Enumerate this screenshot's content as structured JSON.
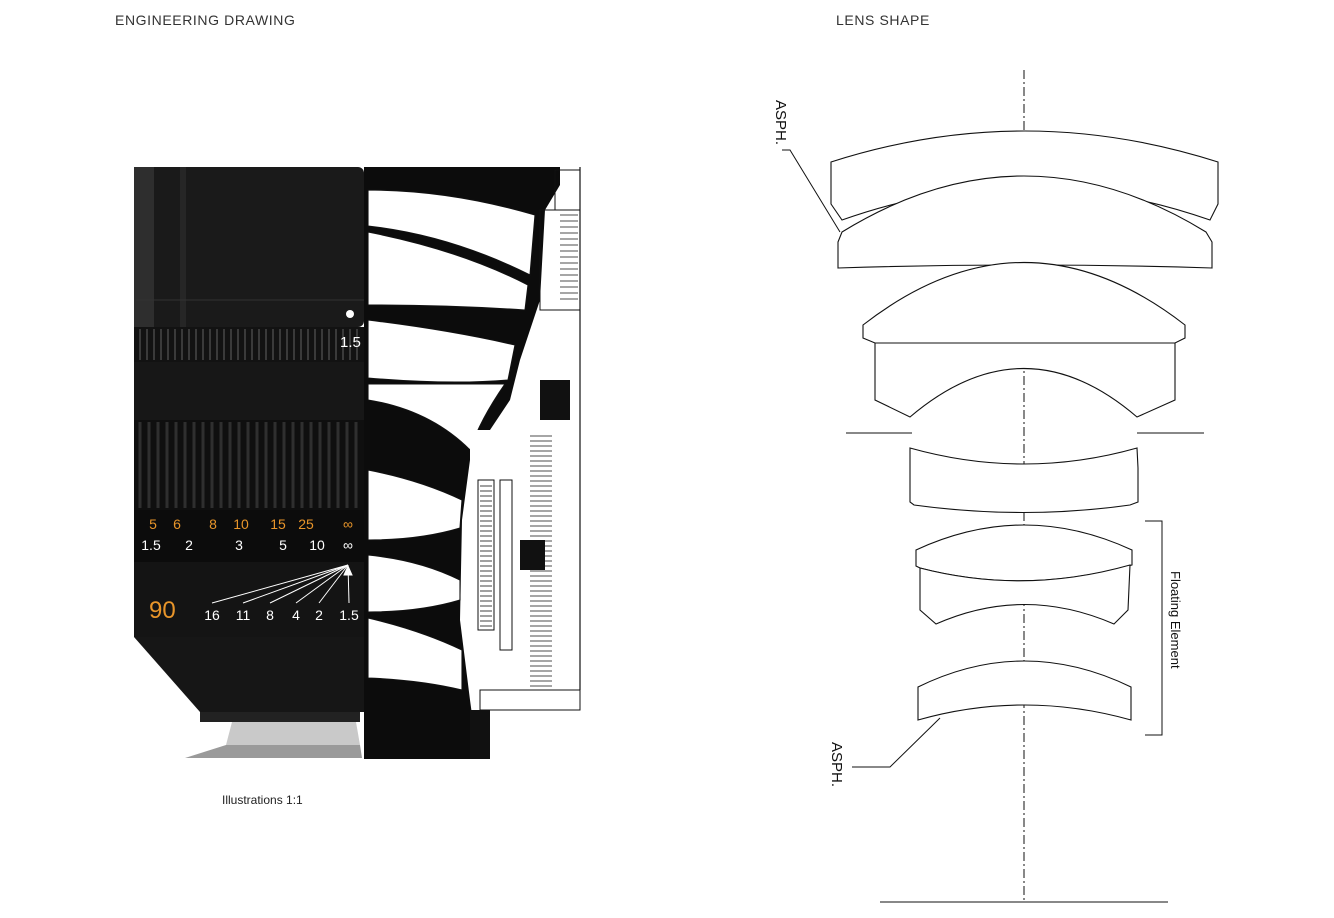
{
  "headings": {
    "left": "ENGINEERING DRAWING",
    "right": "LENS SHAPE"
  },
  "caption": "Illustrations 1:1",
  "lens_barrel": {
    "aperture_mark": "1.5",
    "focal_length": "90",
    "distance_scale_ft": [
      "5",
      "6",
      "8",
      "10",
      "15",
      "25",
      "∞"
    ],
    "distance_scale_m": [
      "1.5",
      "2",
      "3",
      "5",
      "10",
      "∞"
    ],
    "dof_scale": [
      "16",
      "11",
      "8",
      "4",
      "2",
      "1.5"
    ],
    "accent_color": "#e8952a",
    "body_color": "#111111"
  },
  "lens_diagram": {
    "asph_label_top": "ASPH.",
    "asph_label_bottom": "ASPH.",
    "floating_label": "Floating Element"
  }
}
